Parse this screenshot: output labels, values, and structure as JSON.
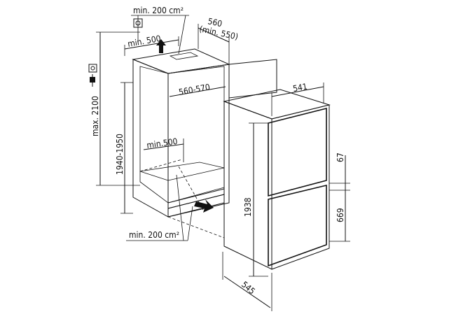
{
  "labels": {
    "vent_top": "min. 200 cm²",
    "depth_top": "560",
    "depth_top_min": "(min. 550)",
    "width_top": "min. 500",
    "niche_width": "560-570",
    "appliance_depth_top": "541",
    "max_height": "max. 2100",
    "niche_height": "1940-1950",
    "inner_min": "min.500",
    "appliance_height": "1938",
    "gap_height": "67",
    "lower_door_height": "669",
    "vent_bottom": "min. 200 cm²",
    "appliance_depth_bottom": "545"
  },
  "icons": {
    "power_symbol": "power-socket-icon",
    "water_symbol": "water-connection-icon",
    "plug_symbol": "plug-icon",
    "air_arrow_up": "arrow-up-icon",
    "air_arrow_in": "arrow-right-icon"
  }
}
